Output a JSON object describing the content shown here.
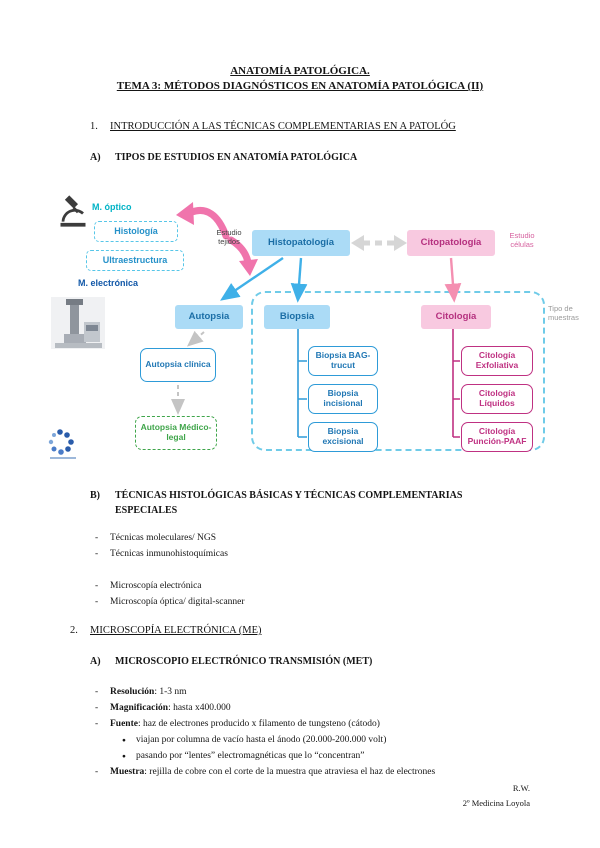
{
  "doc": {
    "title1": "ANATOMÍA PATOLÓGICA.",
    "title2": "TEMA 3: MÉTODOS DIAGNÓSTICOS EN ANATOMÍA PATOLÓGICA (II)",
    "dash": "-",
    "bullet": "●",
    "s1_num": "1.",
    "s1_heading": "INTRODUCCIÓN A LAS TÉCNICAS COMPLEMENTARIAS EN A PATOLÓG",
    "s1a_label": "A)",
    "s1a_heading": "TIPOS DE ESTUDIOS EN ANATOMÍA PATOLÓGICA",
    "s1b_label": "B)",
    "s1b_heading_line1": "TÉCNICAS HISTOLÓGICAS BÁSICAS Y TÉCNICAS COMPLEMENTARIAS",
    "s1b_heading_line2": "ESPECIALES",
    "s1b_items": [
      "Técnicas moleculares/ NGS",
      "Técnicas inmunohistoquímicas",
      "Microscopía electrónica",
      "Microscopía óptica/ digital-scanner"
    ],
    "s2_num": "2.",
    "s2_heading": "MICROSCOPÍA ELECTRÓNICA (ME)",
    "s2a_label": "A)",
    "s2a_heading": "MICROSCOPIO ELECTRÓNICO TRANSMISIÓN (MET)",
    "met_items": [
      {
        "bold": "Resolución",
        "rest": ": 1-3 nm"
      },
      {
        "bold": "Magnificación",
        "rest": ": hasta x400.000"
      },
      {
        "bold": "Fuente",
        "rest": ": haz de electrones producido x filamento de tungsteno (cátodo)"
      },
      {
        "bold": "Muestra",
        "rest": ": rejilla de cobre con el corte de la muestra que atraviesa el haz de electrones"
      }
    ],
    "met_subitems": [
      "viajan por columna de vacío hasta el ánodo (20.000-200.000 volt)",
      "pasando por “lentes” electromagnéticas que lo “concentran”"
    ],
    "footer_line1": "R.W.",
    "footer_line2": "2º Medicina Loyola"
  },
  "diagram": {
    "m_optico": "M. óptico",
    "histologia": "Histología",
    "ultraestructura": "Ultraestructura",
    "m_electronica": "M. electrónica",
    "estudio_tejidos": "Estudio tejidos",
    "histopatologia": "Histopatología",
    "citopatologia": "Citopatología",
    "estudio_celulas": "Estudio células",
    "autopsia": "Autopsia",
    "biopsia": "Biopsia",
    "citologia": "Citología",
    "tipo_muestras": "Tipo de muestras",
    "autopsia_clinica": "Autopsia clínica",
    "autopsia_medico_legal": "Autopsia Médico-legal",
    "biopsia_tipos": [
      "Biopsia BAG-trucut",
      "Biopsia incisional",
      "Biopsia excisional"
    ],
    "citologia_tipos": [
      "Citología Exfoliativa",
      "Citología Líquidos",
      "Citología Punción-PAAF"
    ]
  },
  "colors": {
    "blue_fill": "#abdbf6",
    "pink_fill": "#f8c9e0",
    "cyan_dash": "#57c6e8",
    "blue_line": "#2e9bd8",
    "magenta_line": "#bf3182",
    "green_dash": "#3fa54a",
    "arrow_pink": "#f074ac",
    "arrow_gray": "#c9c9c9"
  }
}
